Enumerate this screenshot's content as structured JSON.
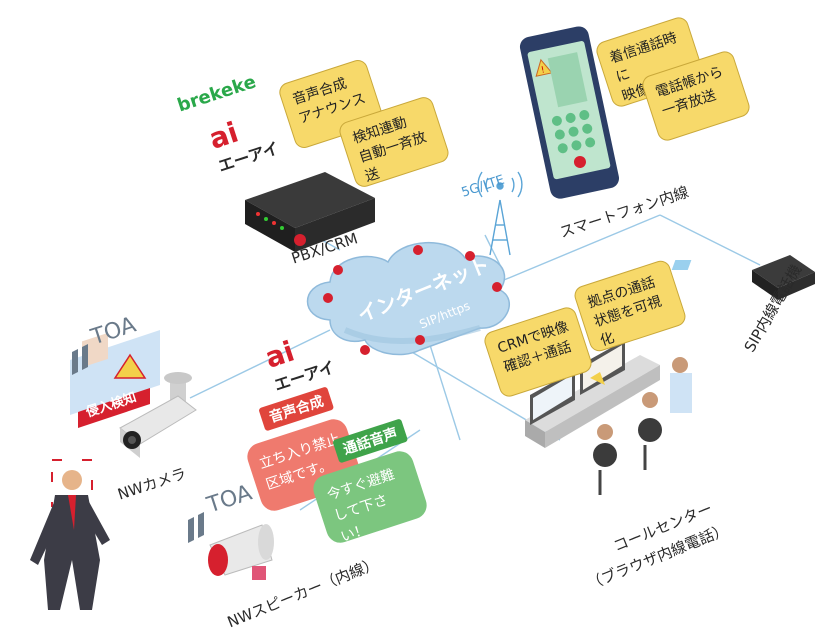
{
  "brands": {
    "brekeke": "brekeke",
    "ai_jp": "エーアイ",
    "toa": "TOA"
  },
  "labels": {
    "pbx": "PBX/CRM",
    "internet": "インターネット",
    "sip_https": "SIP/https",
    "lte": "5G/LTE",
    "smartphone": "スマートフォン内線",
    "sip_phone": "SIP内線電話機",
    "nw_camera": "NWカメラ",
    "nw_speaker": "NWスピーカー（内線）",
    "call_center_1": "コールセンター",
    "call_center_2": "（ブラウザ内線電話）"
  },
  "notes": {
    "tts_line1": "音声合成",
    "tts_line2": "アナウンス",
    "auto_line1": "検知連動",
    "auto_line2": "自動一斉放送",
    "video_line1": "着信通話時に",
    "video_line2": "映像を表示",
    "book_line1": "電話帳から",
    "book_line2": "一斉放送",
    "crm_line1": "CRMで映像",
    "crm_line2": "確認＋通話",
    "site_line1": "拠点の通話",
    "site_line2": "状態を可視化"
  },
  "camera_panel": {
    "intrusion": "侵入検知"
  },
  "speaker_panel": {
    "tts_tag": "音声合成",
    "tts_msg1": "立ち入り禁止",
    "tts_msg2": "区域です。",
    "call_tag": "通話音声",
    "call_msg1": "今すぐ避難",
    "call_msg2": "して下さい！"
  },
  "colors": {
    "note_fill": "#f7d96a",
    "cloud": "#bcd9ee",
    "brand_red": "#d6202e",
    "brekeke_green": "#2aa84a",
    "line": "#9cc9e6",
    "tts_red": "#e0453c",
    "call_green": "#3fa34a"
  }
}
